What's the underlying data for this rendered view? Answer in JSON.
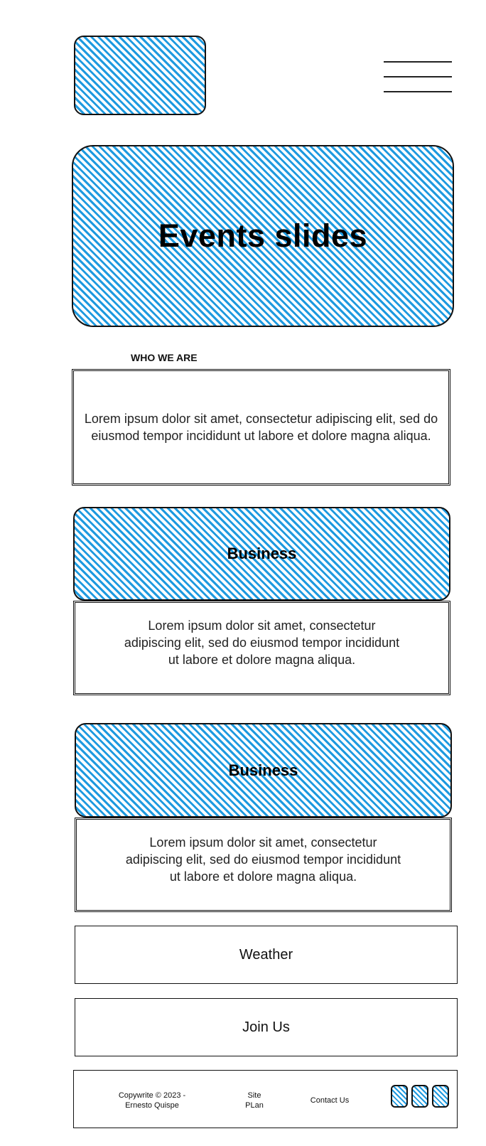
{
  "header": {
    "logo_icon": "logo-placeholder",
    "menu_icon": "hamburger-menu-icon"
  },
  "hero": {
    "title": "Events slides"
  },
  "who_we_are": {
    "heading": "WHO WE ARE",
    "body": "Lorem ipsum dolor sit amet, consectetur adipiscing elit, sed do eiusmod tempor incididunt ut labore et dolore magna aliqua."
  },
  "business_cards": [
    {
      "title": "Business",
      "body": "Lorem ipsum dolor sit amet, consectetur adipiscing elit, sed do eiusmod tempor incididunt ut labore et dolore magna aliqua."
    },
    {
      "title": "Business",
      "body": "Lorem ipsum dolor sit amet, consectetur adipiscing elit, sed do eiusmod tempor incididunt ut labore et dolore magna aliqua."
    }
  ],
  "weather": {
    "label": "Weather"
  },
  "join": {
    "label": "Join Us"
  },
  "footer": {
    "copyright": "Copywrite © 2023 - Ernesto Quispe",
    "site_plan": "Site PLan",
    "contact": "Contact Us",
    "social_icons": [
      "social-icon",
      "social-icon",
      "social-icon"
    ]
  },
  "colors": {
    "hatch_blue": "#1e9ae0",
    "outline": "#111111"
  }
}
